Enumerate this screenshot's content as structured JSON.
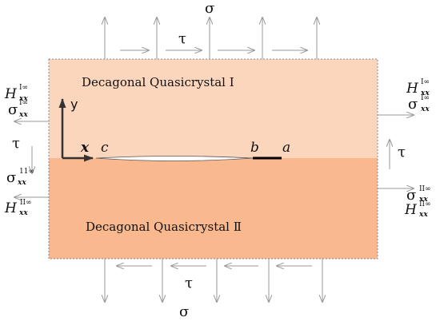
{
  "colors": {
    "upper_fill": "#fcd5bd",
    "lower_fill": "#fab88f",
    "border": "#8a8a8a",
    "arrow": "#999999",
    "axis": "#333333",
    "crack": "#000000"
  },
  "labels": {
    "region_upper": "Decagonal Quasicrystal Ⅰ",
    "region_lower": "Decagonal Quasicrystal Ⅱ",
    "sigma": "σ",
    "tau": "τ",
    "axis_x": "x",
    "axis_y": "y",
    "point_c": "c",
    "point_b": "b",
    "point_a": "a",
    "H": "H",
    "xx": "xx",
    "sup_I": "I∞",
    "sup_II": "II∞",
    "sup_11": "11∞"
  },
  "icons": [
    "up-arrow-icon",
    "down-arrow-icon",
    "left-arrow-icon",
    "right-arrow-icon"
  ]
}
